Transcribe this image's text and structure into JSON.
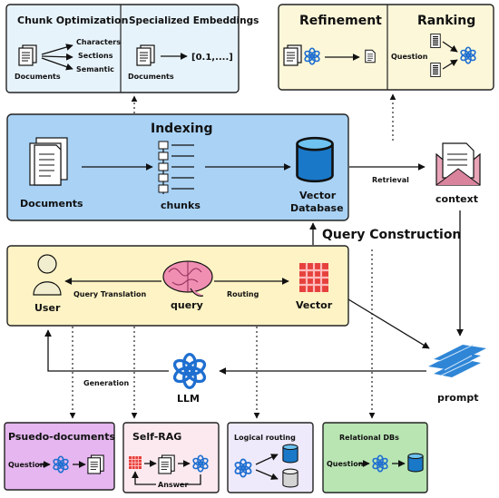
{
  "top_left_box": {
    "chunk_optimization": "Chunk Optimization",
    "specialized_embeddings": "Specialized Embeddings",
    "characters": "Characters",
    "sections": "Sections",
    "semantic": "Semantic",
    "documents_1": "Documents",
    "documents_2": "Documents",
    "vector_text": "[0.1,....]"
  },
  "top_right_box": {
    "refinement": "Refinement",
    "ranking": "Ranking",
    "question": "Question"
  },
  "indexing": {
    "title": "Indexing",
    "documents": "Documents",
    "chunks": "chunks",
    "vector": "Vector",
    "database": "Database"
  },
  "retrieval": "Retrieval",
  "context": "context",
  "query_construction": "Query Construction",
  "query_box": {
    "user": "User",
    "query_translation": "Query Translation",
    "query": "query",
    "routing": "Routing",
    "vector": "Vector"
  },
  "prompt": "prompt",
  "generation": "Generation",
  "llm": "LLM",
  "bottom": {
    "pseudo_documents": "Psuedo-documents",
    "pseudo_question": "Question",
    "self_rag": "Self-RAG",
    "answer": "Answer",
    "logical_routing": "Logical routing",
    "relational_dbs": "Relational DBs",
    "relational_question": "Question"
  },
  "colors": {
    "blue_box": "#a9d2f5",
    "light_blue_box": "#e7f3fb",
    "yellow_box": "#fdf3c4",
    "light_yellow_box": "#fcf7d9",
    "purple_box": "#e5b6ef",
    "pink_box": "#fbe9ef",
    "lavender_box": "#efeafb",
    "green_box": "#b9e5b3",
    "db_blue": "#1a78c8",
    "brain": "#f08fb2",
    "vector_red": "#e6413c",
    "openai_blue": "#1f6fd0"
  }
}
